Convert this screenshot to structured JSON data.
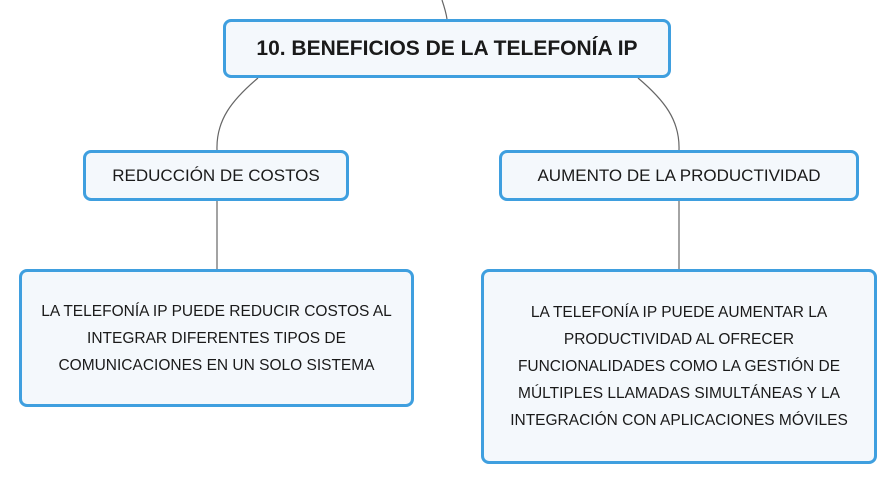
{
  "diagram": {
    "title": "10. BENEFICIOS DE LA TELEFONÍA IP",
    "branches": [
      {
        "label": "REDUCCIÓN DE COSTOS",
        "detail": "LA TELEFONÍA IP PUEDE REDUCIR COSTOS AL INTEGRAR DIFERENTES TIPOS DE COMUNICACIONES EN UN SOLO SISTEMA"
      },
      {
        "label": "AUMENTO DE LA PRODUCTIVIDAD",
        "detail": "LA TELEFONÍA IP PUEDE AUMENTAR LA PRODUCTIVIDAD AL OFRECER FUNCIONALIDADES COMO LA GESTIÓN DE MÚLTIPLES LLAMADAS SIMULTÁNEAS Y LA INTEGRACIÓN CON APLICACIONES MÓVILES"
      }
    ],
    "colors": {
      "node_border": "#3f9fdf",
      "node_fill": "#f4f8fc",
      "connector": "#666666",
      "text": "#1a1a1a"
    }
  }
}
